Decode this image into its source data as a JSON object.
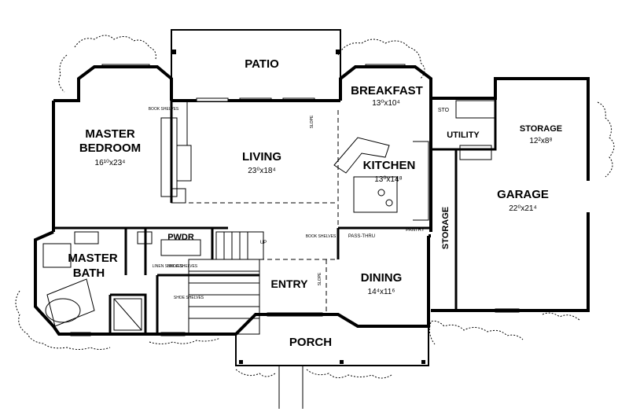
{
  "rooms": {
    "patio": "PATIO",
    "breakfast": "BREAKFAST",
    "breakfast_dim": "13⁰x10⁴",
    "master_bedroom_l1": "MASTER",
    "master_bedroom_l2": "BEDROOM",
    "master_bedroom_dim": "16¹⁰x23⁴",
    "living": "LIVING",
    "living_dim": "23⁰x18⁴",
    "kitchen": "KITCHEN",
    "kitchen_dim": "13⁰x14⁸",
    "utility": "UTILITY",
    "sto": "STO",
    "storage_top": "STORAGE",
    "storage_top_dim": "12²x8⁸",
    "garage": "GARAGE",
    "garage_dim": "22⁰x21⁴",
    "storage_side": "STORAGE",
    "pwdr": "PWDR",
    "master_bath_l1": "MASTER",
    "master_bath_l2": "BATH",
    "entry": "ENTRY",
    "dining": "DINING",
    "dining_dim": "14⁴x11⁶",
    "porch": "PORCH"
  },
  "labels": {
    "book_shelves_1": "BOOK SHELVES",
    "book_shelves_2": "BOOK SHELVES",
    "slope_1": "SLOPE",
    "slope_2": "SLOPE",
    "pass_thru": "PASS-THRU",
    "pantry": "PANTRY",
    "up": "UP",
    "linen_shelves": "LINEN SHELVES",
    "shoe_shelves_1": "SHOE SHELVES",
    "shoe_shelves_2": "SHOE SHELVES"
  }
}
